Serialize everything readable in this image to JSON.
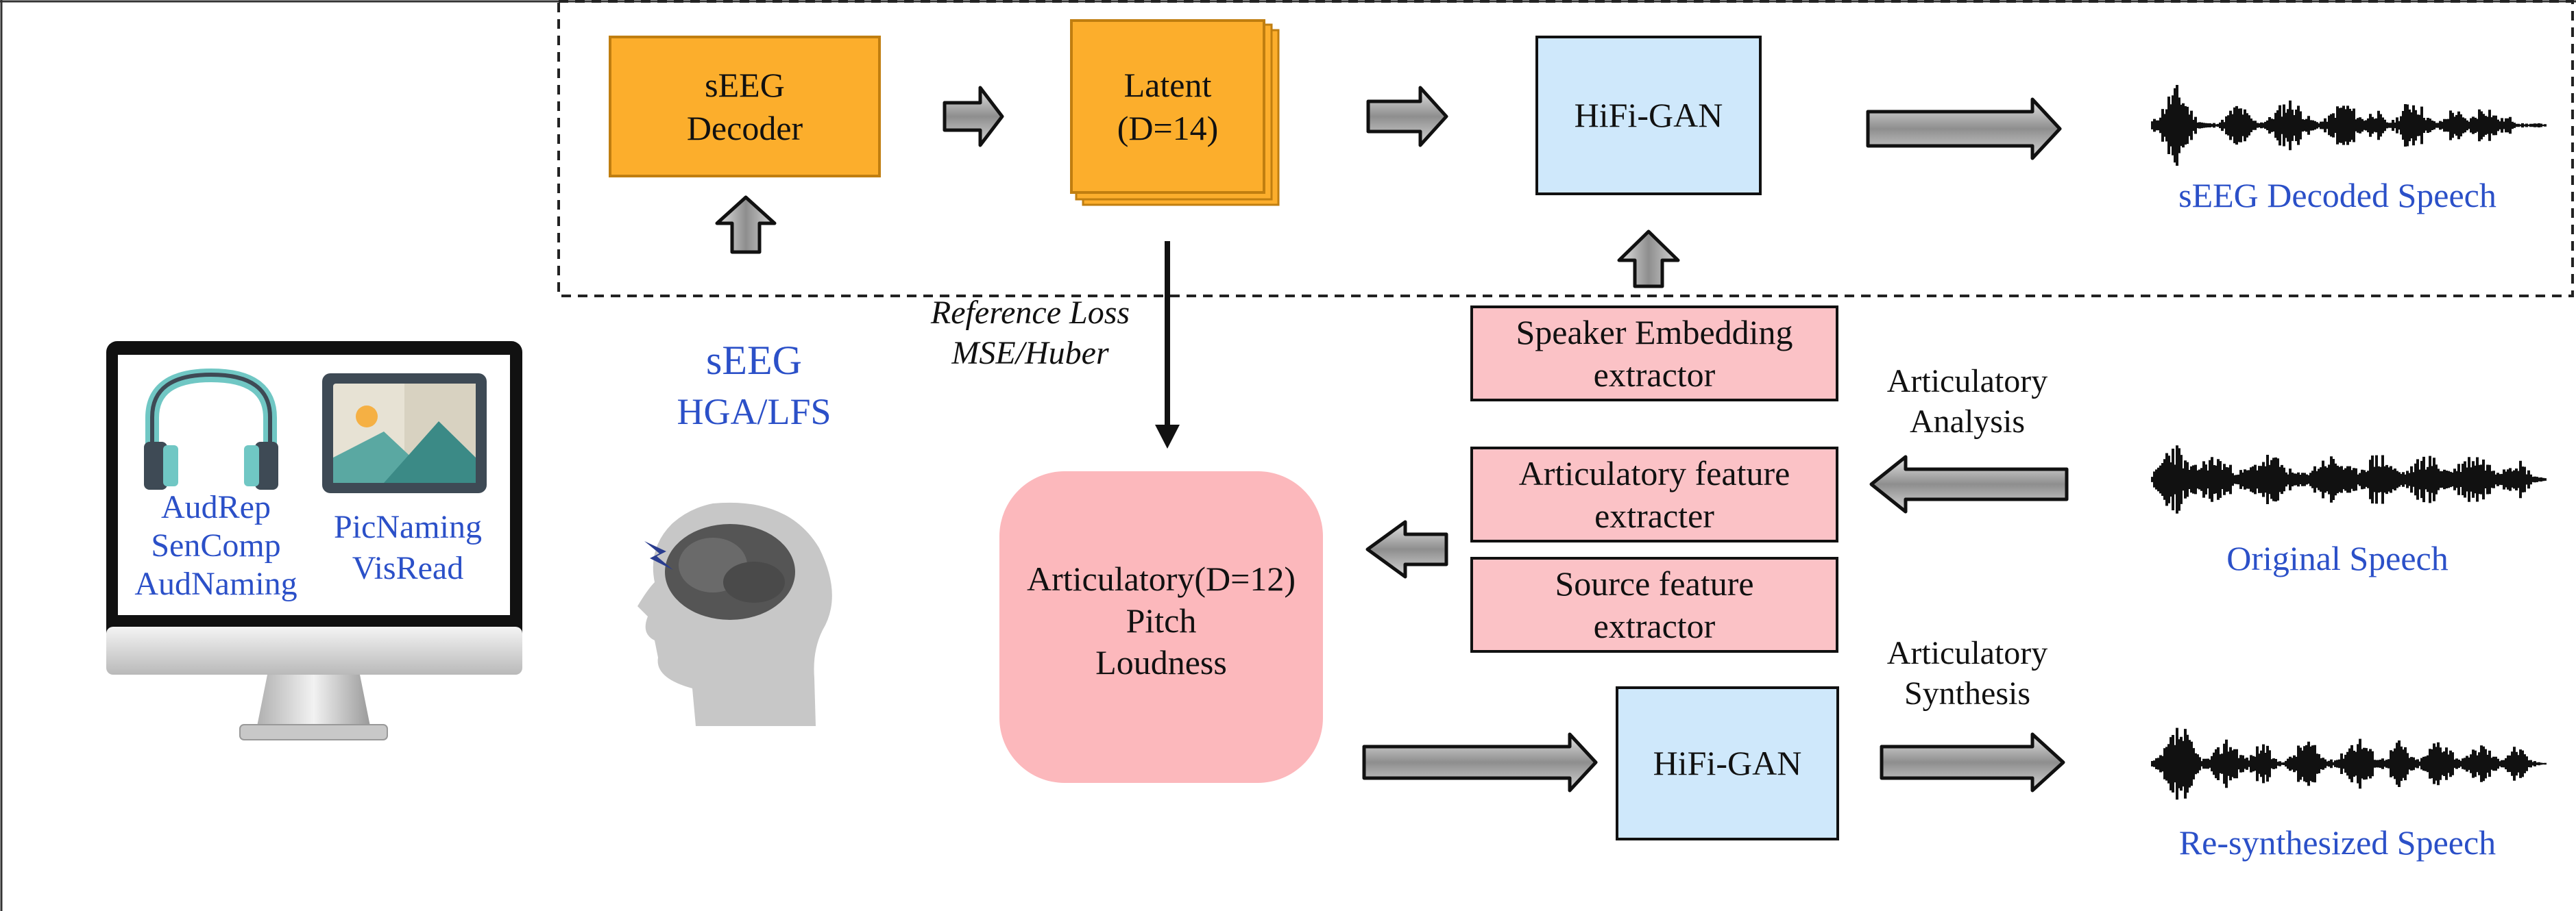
{
  "decoder": {
    "line1": "sEEG",
    "line2": "Decoder"
  },
  "latent": {
    "line1": "Latent",
    "line2": "(D=14)"
  },
  "hifigan_top": "HiFi-GAN",
  "hifigan_bottom": "HiFi-GAN",
  "outputs": {
    "decoded": "sEEG Decoded Speech",
    "original": "Original Speech",
    "resynth": "Re-synthesized Speech"
  },
  "reference_loss": {
    "line1": "Reference Loss",
    "line2": "MSE/Huber"
  },
  "seeg_label": {
    "line1": "sEEG",
    "line2": "HGA/LFS"
  },
  "tasks": {
    "left1": "AudRep",
    "left2": "SenComp",
    "left3": "AudNaming",
    "right1": "PicNaming",
    "right2": "VisRead"
  },
  "extractors": {
    "speaker": {
      "line1": "Speaker Embedding",
      "line2": "extractor"
    },
    "articulatory": {
      "line1": "Articulatory feature",
      "line2": "extracter"
    },
    "source": {
      "line1": "Source feature",
      "line2": "extractor"
    }
  },
  "features": {
    "line1": "Articulatory(D=12)",
    "line2": "Pitch",
    "line3": "Loudness"
  },
  "analysis": {
    "line1": "Articulatory",
    "line2": "Analysis"
  },
  "synthesis": {
    "line1": "Articulatory",
    "line2": "Synthesis"
  },
  "colors": {
    "orange": "#fcae2c",
    "light_blue": "#cfe8fb",
    "pink": "#fbc2c6",
    "feature_pink": "#fcb8bc",
    "label_blue": "#2b50c8",
    "arrow_gray": "#8e8e8e"
  }
}
